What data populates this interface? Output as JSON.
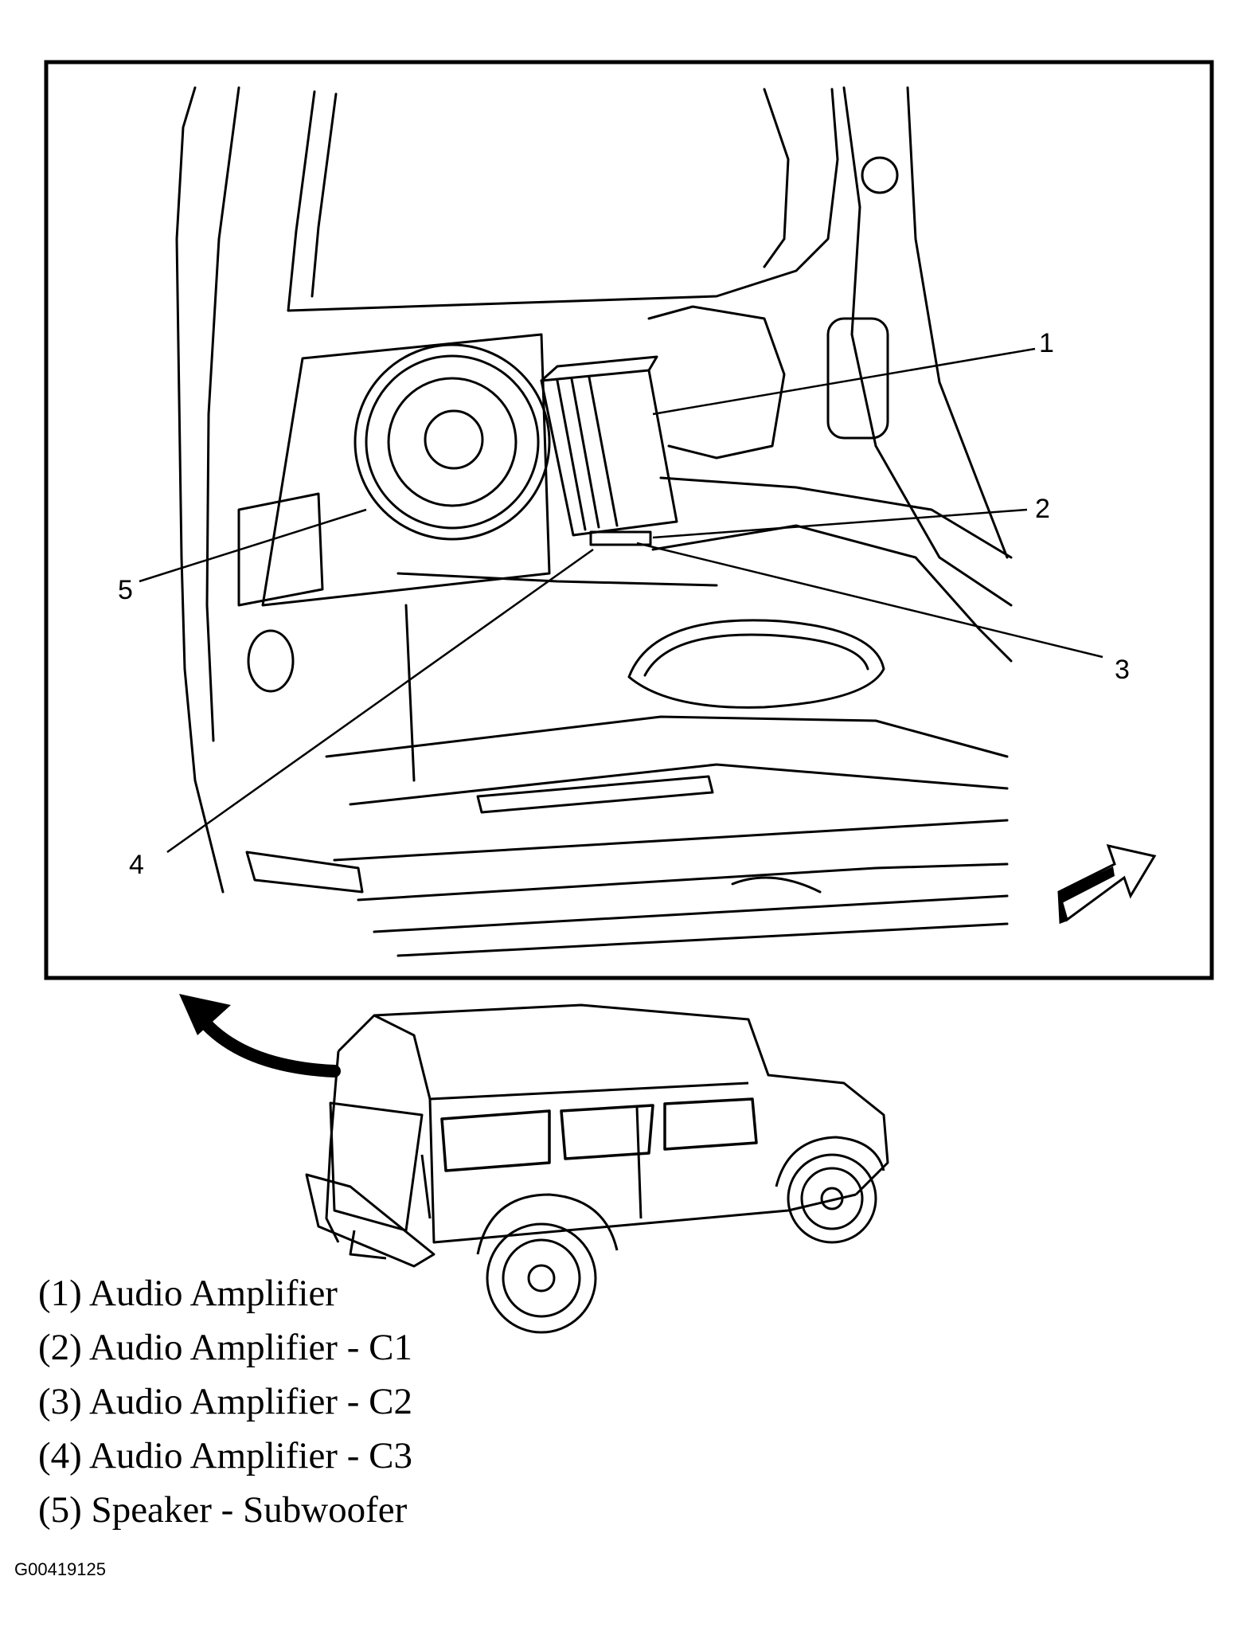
{
  "callouts": [
    "1",
    "2",
    "3",
    "4",
    "5"
  ],
  "legend": [
    "(1) Audio Amplifier",
    "(2) Audio Amplifier - C1",
    "(3) Audio Amplifier - C2",
    "(4) Audio Amplifier - C3",
    "(5) Speaker - Subwoofer"
  ],
  "figure_id": "G00419125",
  "colors": {
    "line": "#000000",
    "background": "#ffffff"
  },
  "icons": [
    "direction-arrow-icon",
    "pointer-arrow-icon"
  ]
}
